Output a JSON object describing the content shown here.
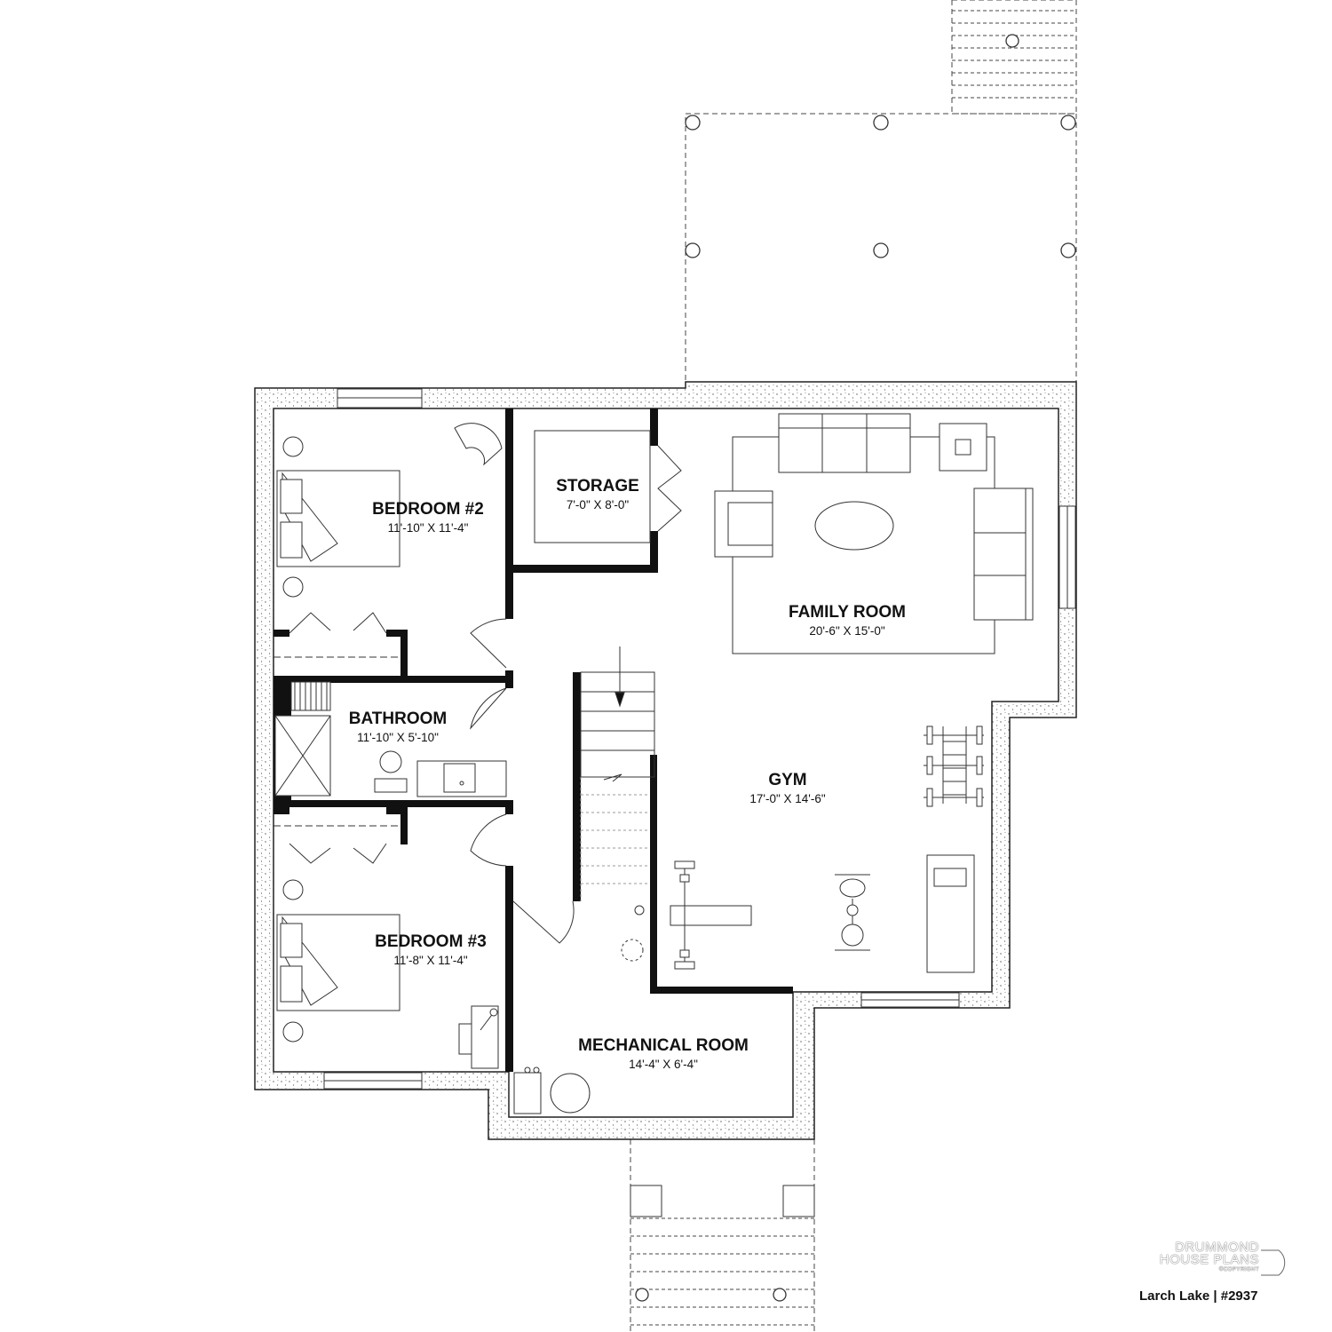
{
  "rooms": {
    "bedroom2": {
      "name": "BEDROOM #2",
      "dims": "11'-10\" X 11'-4\""
    },
    "storage": {
      "name": "STORAGE",
      "dims": "7'-0\" X 8'-0\""
    },
    "family": {
      "name": "FAMILY ROOM",
      "dims": "20'-6\" X 15'-0\""
    },
    "bathroom": {
      "name": "BATHROOM",
      "dims": "11'-10\" X 5'-10\""
    },
    "gym": {
      "name": "GYM",
      "dims": "17'-0\" X 14'-6\""
    },
    "bedroom3": {
      "name": "BEDROOM #3",
      "dims": "11'-8\" X 11'-4\""
    },
    "mechanical": {
      "name": "MECHANICAL ROOM",
      "dims": "14'-4\" X 6'-4\""
    }
  },
  "logo": {
    "line1": "DRUMMOND",
    "line2": "HOUSE PLANS",
    "copyright": "©COPYRIGHT"
  },
  "plan_id": "Larch Lake | #2937",
  "colors": {
    "wall": "#111111",
    "line": "#333333"
  }
}
